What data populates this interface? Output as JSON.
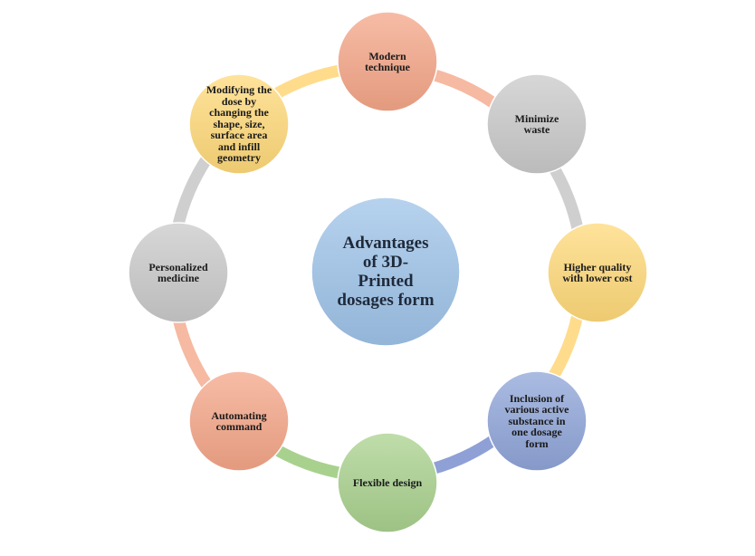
{
  "center": {
    "label": "Advantages\nof 3D-\nPrinted\ndosages form",
    "color": "#9ec3e8"
  },
  "nodes": [
    {
      "id": "modern-technique",
      "label": "Modern\ntechnique",
      "color": "#f4a688"
    },
    {
      "id": "minimize-waste",
      "label": "Minimize\nwaste",
      "color": "#c9c9c9"
    },
    {
      "id": "higher-quality",
      "label": "Higher quality\nwith lower cost",
      "color": "#ffd97a"
    },
    {
      "id": "inclusion-active-substance",
      "label": "Inclusion of\nvarious active\nsubstance in\none dosage\nform",
      "color": "#8fa5d8"
    },
    {
      "id": "flexible-design",
      "label": "Flexible design",
      "color": "#a9d18e"
    },
    {
      "id": "automating-command",
      "label": "Automating\ncommand",
      "color": "#f4a688"
    },
    {
      "id": "personalized-medicine",
      "label": "Personalized\nmedicine",
      "color": "#c9c9c9"
    },
    {
      "id": "modifying-dose",
      "label": "Modifying the\ndose by\nchanging the\nshape, size,\nsurface area\nand infill\ngeometry",
      "color": "#ffd97a"
    }
  ],
  "ring_colors": [
    "#f6b9a2",
    "#cfcfcf",
    "#ffdc8c",
    "#8fa0d6",
    "#a9d18e",
    "#f6b9a2",
    "#cfcfcf",
    "#ffdc8c"
  ]
}
